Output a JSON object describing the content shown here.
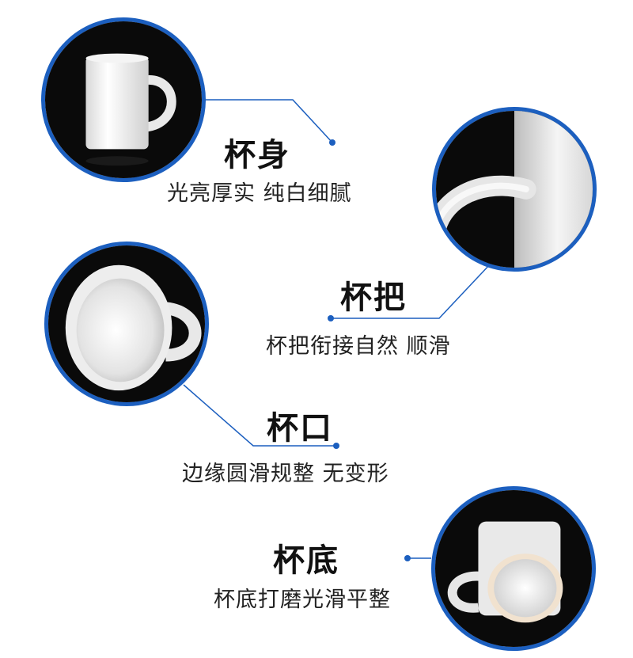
{
  "colors": {
    "accent": "#1c5fbf",
    "title": "#111111",
    "desc": "#222222"
  },
  "features": [
    {
      "title": "杯身",
      "desc": "光亮厚实 纯白细腻"
    },
    {
      "title": "杯把",
      "desc": "杯把衔接自然 顺滑"
    },
    {
      "title": "杯口",
      "desc": "边缘圆滑规整 无变形"
    },
    {
      "title": "杯底",
      "desc": "杯底打磨光滑平整"
    }
  ]
}
